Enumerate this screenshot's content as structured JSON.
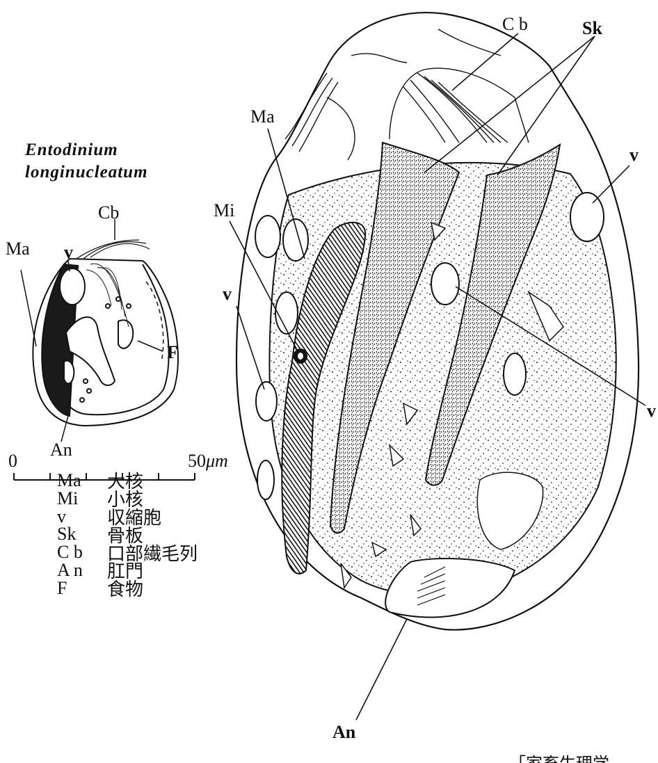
{
  "species_name": {
    "line1": "Entodinium",
    "line2": "longinucleatum"
  },
  "small_figure_labels": {
    "cb": "Cb",
    "ma": "Ma",
    "v": "v",
    "f": "F",
    "an": "An"
  },
  "scale_bar": {
    "zero": "0",
    "end": "50",
    "unit": "μm"
  },
  "large_figure_labels": {
    "cb": "C b",
    "sk": "Sk",
    "ma": "Ma",
    "mi": "Mi",
    "v_left": "v",
    "v_right_top": "v",
    "v_right_mid": "v",
    "an": "An"
  },
  "legend": [
    {
      "abbr": "Ma",
      "meaning": "大核"
    },
    {
      "abbr": "Mi",
      "meaning": "小核"
    },
    {
      "abbr": "v",
      "meaning": "収縮胞"
    },
    {
      "abbr": "Sk",
      "meaning": "骨板"
    },
    {
      "abbr": "C b",
      "meaning": "口部繊毛列"
    },
    {
      "abbr": "A n",
      "meaning": "肛門"
    },
    {
      "abbr": "F",
      "meaning": "食物"
    }
  ],
  "credit_text": "「家畜生理学"
}
